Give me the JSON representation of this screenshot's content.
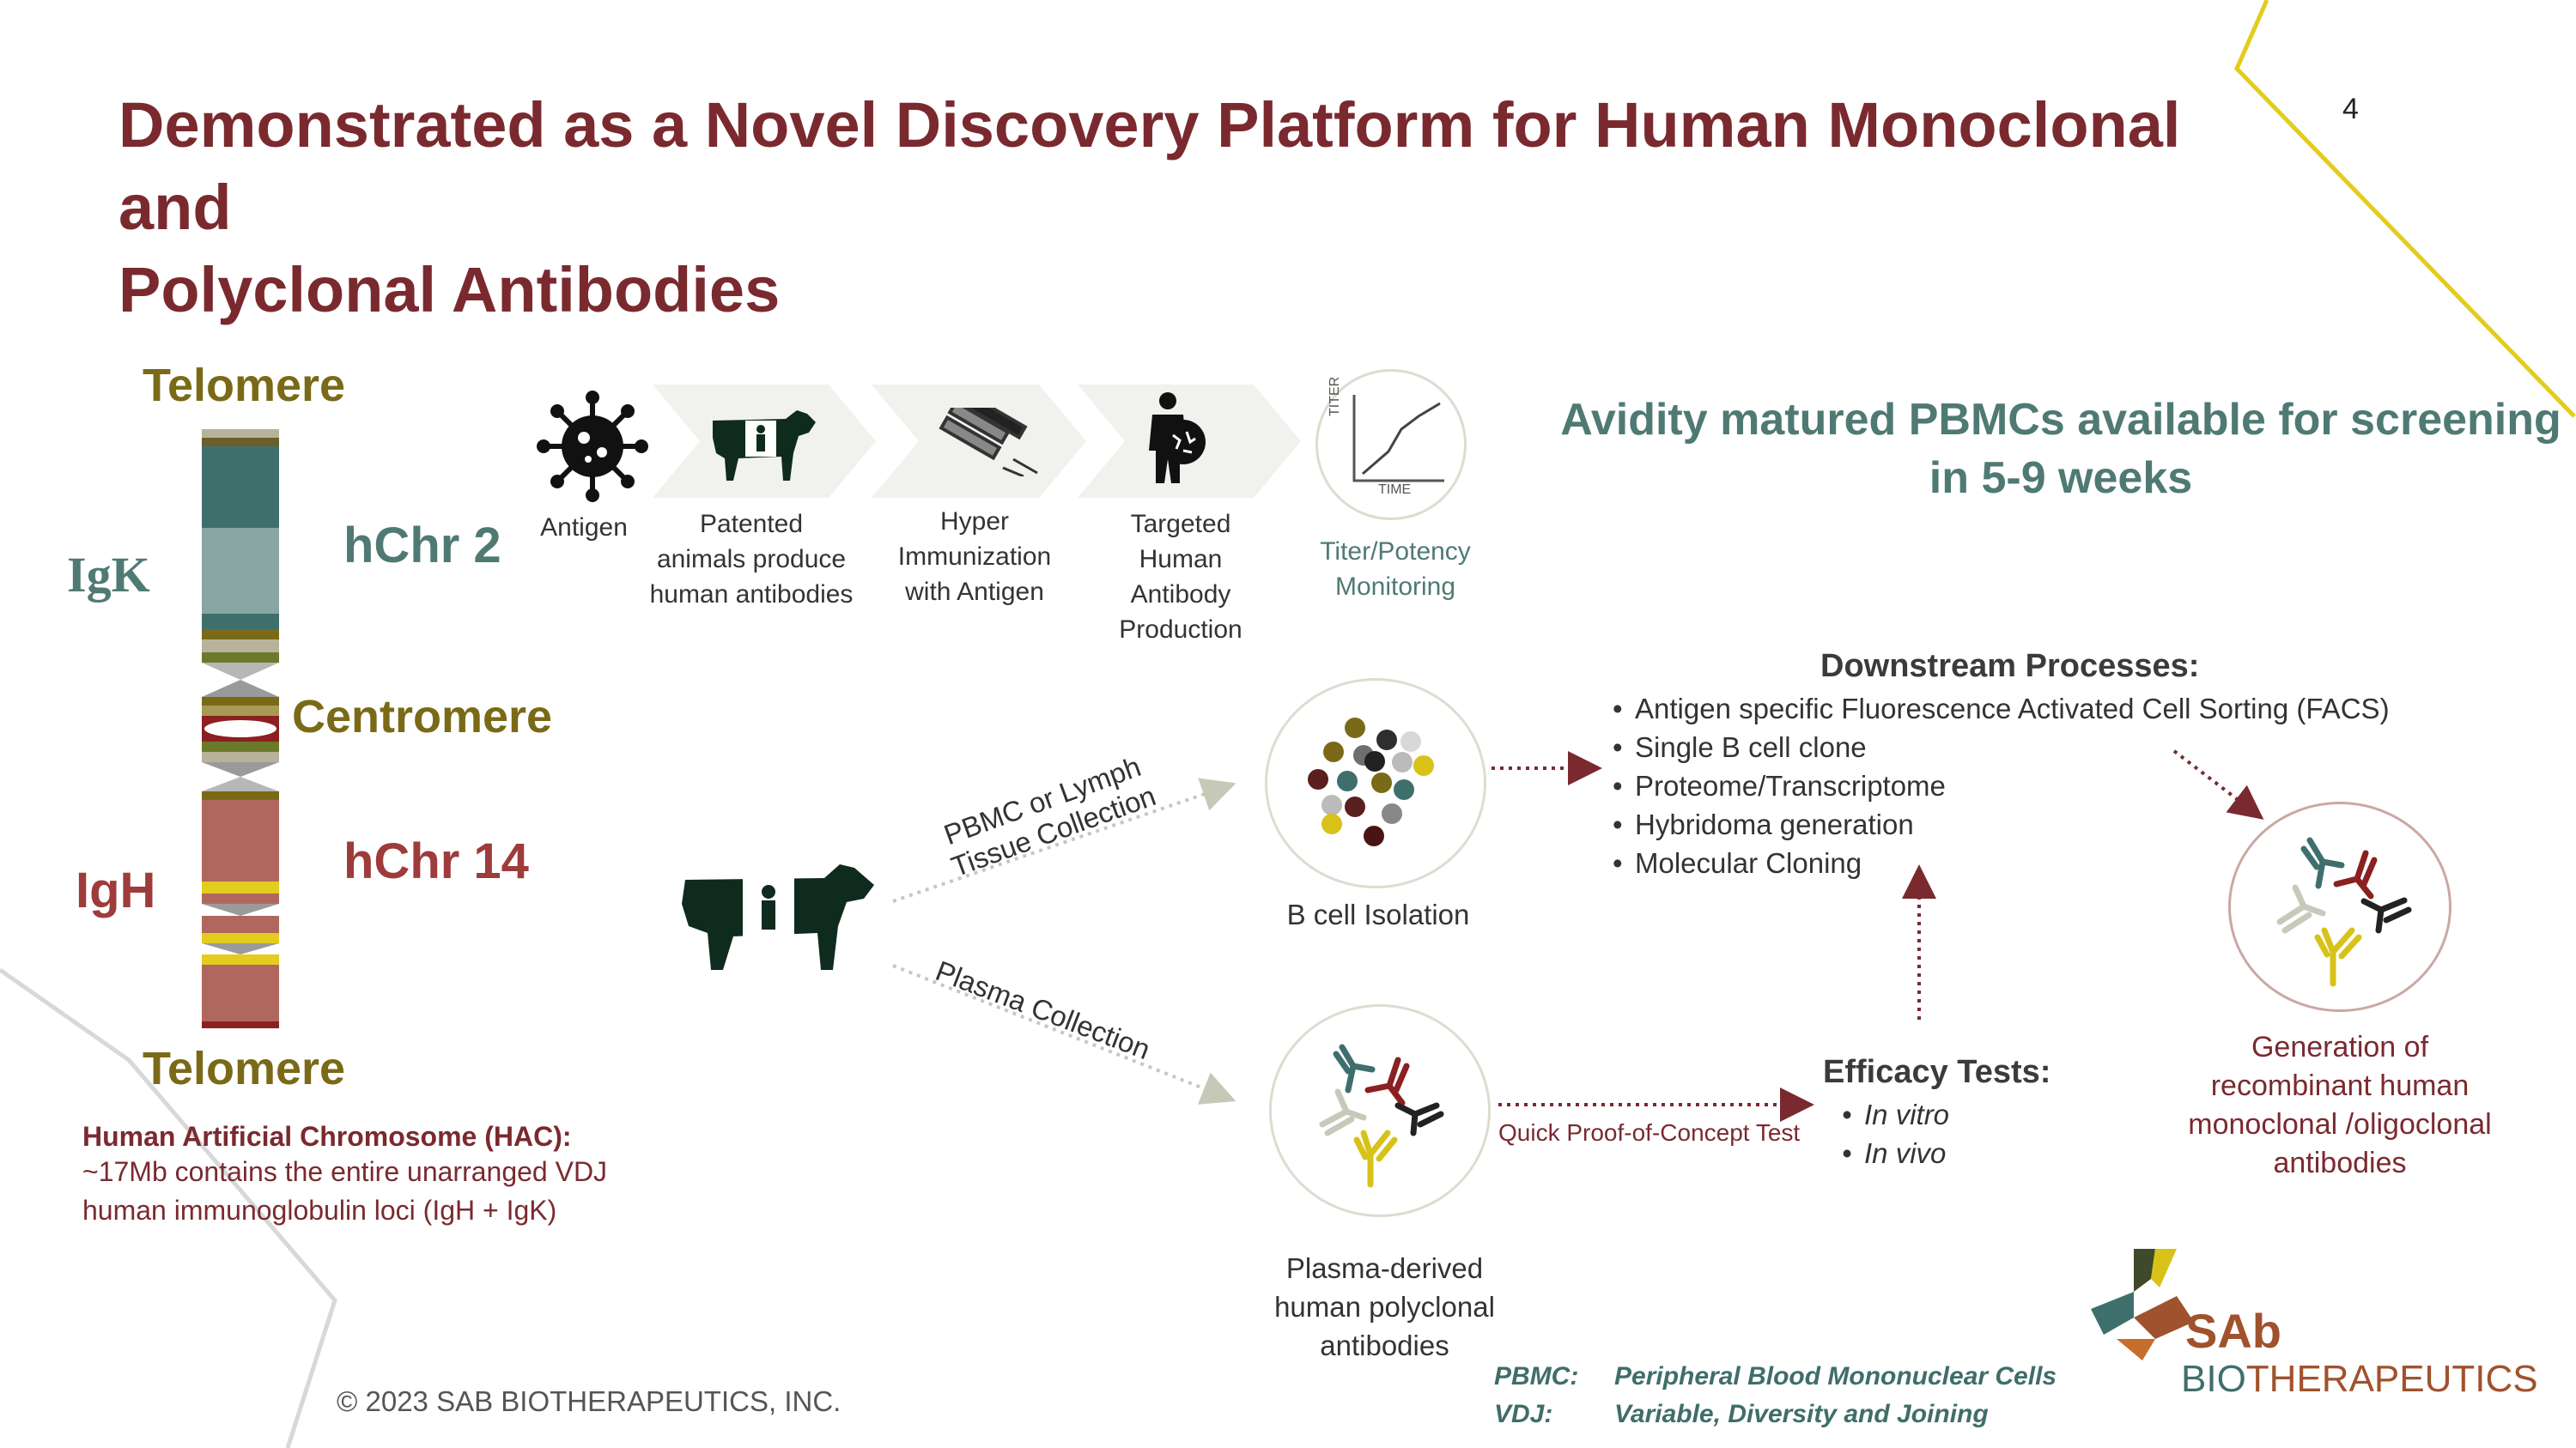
{
  "slide": {
    "title_line1": "Demonstrated as a Novel Discovery Platform for Human Monoclonal and",
    "title_line2": "Polyclonal Antibodies",
    "page_number": "4",
    "footer": "© 2023 SAB BIOTHERAPEUTICS, INC."
  },
  "chromosome": {
    "telomere_top": "Telomere",
    "telomere_bottom": "Telomere",
    "centromere": "Centromere",
    "igk": "IgK",
    "igh": "IgH",
    "hchr2": "hChr 2",
    "hchr14": "hChr 14"
  },
  "hac": {
    "title": "Human Artificial Chromosome (HAC):",
    "line1": "~17Mb contains the entire unarranged VDJ",
    "line2": "human immunoglobulin loci (IgH + IgK)"
  },
  "pipeline": {
    "steps": [
      {
        "l1": "Antigen",
        "l2": "",
        "l3": "",
        "l4": ""
      },
      {
        "l1": "Patented",
        "l2": "animals produce",
        "l3": "human antibodies",
        "l4": ""
      },
      {
        "l1": "Hyper",
        "l2": "Immunization",
        "l3": "with Antigen",
        "l4": ""
      },
      {
        "l1": "Targeted",
        "l2": "Human",
        "l3": "Antibody",
        "l4": "Production"
      }
    ],
    "titer_l1": "Titer/Potency",
    "titer_l2": "Monitoring",
    "titer_axis_y": "TITER",
    "titer_axis_x": "TIME"
  },
  "avidity": {
    "line1": "Avidity matured PBMCs available for screening",
    "line2": "in 5-9 weeks"
  },
  "flow": {
    "pbmc_l1": "PBMC or Lymph",
    "pbmc_l2": "Tissue Collection",
    "plasma": "Plasma Collection",
    "bcell": "B cell Isolation",
    "plasma_l1": "Plasma-derived",
    "plasma_l2": "human polyclonal",
    "plasma_l3": "antibodies",
    "quick_test": "Quick Proof-of-Concept Test"
  },
  "downstream": {
    "title": "Downstream Processes:",
    "items": [
      "Antigen specific Fluorescence Activated Cell Sorting (FACS)",
      "Single B cell clone",
      "Proteome/Transcriptome",
      "Hybridoma generation",
      "Molecular Cloning"
    ]
  },
  "efficacy": {
    "title": "Efficacy Tests:",
    "items": [
      "In vitro",
      "In vivo"
    ]
  },
  "generation": {
    "l1": "Generation of",
    "l2": "recombinant human",
    "l3": "monoclonal /oligoclonal",
    "l4": "antibodies"
  },
  "abbreviations": [
    {
      "abbr": "PBMC:",
      "def": "Peripheral Blood Mononuclear Cells"
    },
    {
      "abbr": "VDJ:",
      "def": "Variable, Diversity and Joining"
    }
  ],
  "logo": {
    "sab": "SAb",
    "bio": "BIO",
    "therapeutics": "THERAPEUTICS"
  },
  "colors": {
    "maroon": "#7a2a2f",
    "teal": "#4f7a73",
    "olive": "#7a6a17",
    "yellow_accent": "#e3cc1e",
    "dark_green": "#0f2b1e"
  }
}
